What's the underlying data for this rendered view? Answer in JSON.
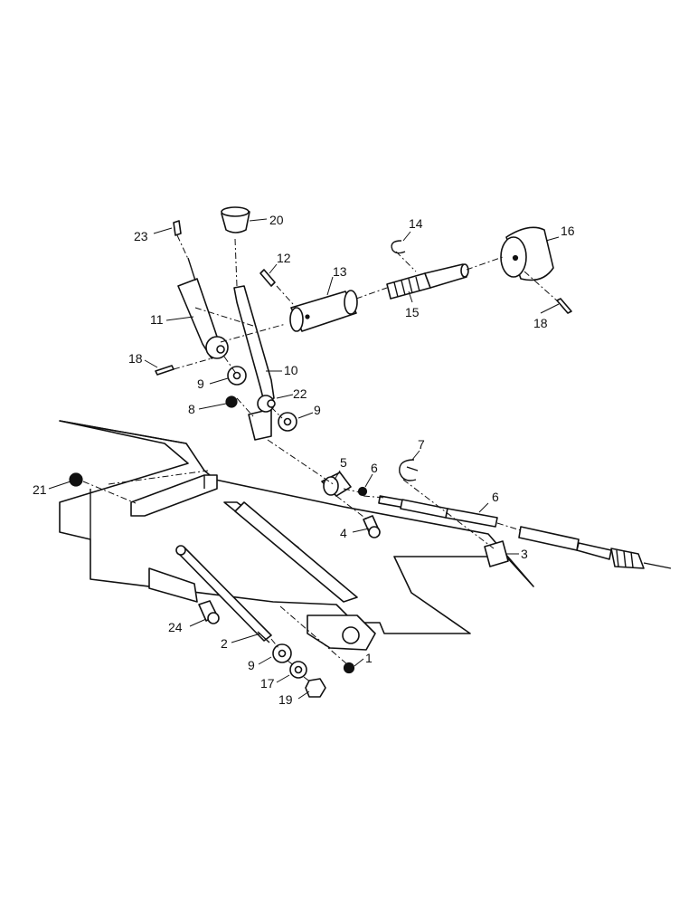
{
  "labels": {
    "p1": "1",
    "p2": "2",
    "p3": "3",
    "p4": "4",
    "p5": "5",
    "p6a": "6",
    "p6b": "6",
    "p7": "7",
    "p8": "8",
    "p9a": "9",
    "p9b": "9",
    "p9c": "9",
    "p10": "10",
    "p11": "11",
    "p12": "12",
    "p13": "13",
    "p14": "14",
    "p15": "15",
    "p16": "16",
    "p17": "17",
    "p18a": "18",
    "p18b": "18",
    "p19": "19",
    "p20": "20",
    "p21": "21",
    "p22": "22",
    "p23": "23",
    "p24": "24"
  }
}
